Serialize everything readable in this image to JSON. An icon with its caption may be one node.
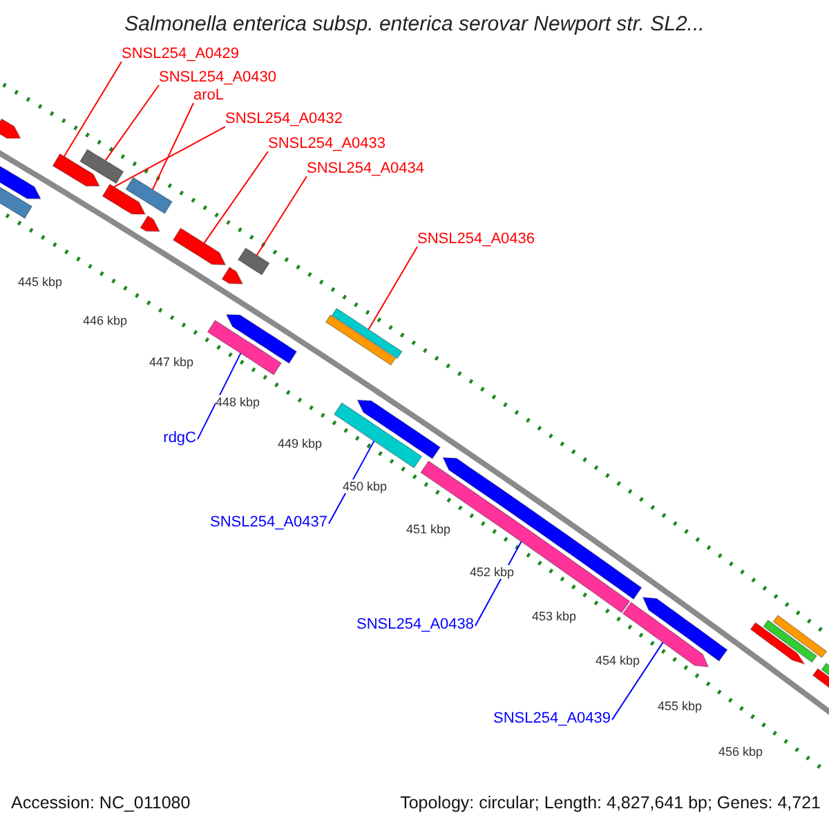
{
  "diagram": {
    "title": "Salmonella enterica subsp. enterica serovar Newport str. SL2...",
    "nodes": [
      {
        "text": [
          "SNSL254_A0429"
        ]
      },
      {
        "text": [
          "SNSL254_A0430"
        ]
      },
      {
        "text": [
          "aroL"
        ]
      },
      {
        "text": [
          "SNSL254_A0432"
        ]
      },
      {
        "text": [
          "SNSL254_A0433"
        ]
      },
      {
        "text": [
          "SNSL254_A0434"
        ]
      },
      {
        "text": [
          "SNSL254_A0436"
        ]
      },
      {
        "text": [
          "rdgC"
        ]
      },
      {
        "text": [
          "SNSL254_A0437"
        ]
      },
      {
        "text": [
          "SNSL254_A0438"
        ]
      },
      {
        "text": [
          "SNSL254_A0439"
        ]
      },
      {
        "text": [],
        "shape": "bar"
      },
      {
        "text": [],
        "shape": "bar"
      },
      {
        "text": [],
        "shape": "bar"
      },
      {
        "text": [],
        "shape": "bar"
      },
      {
        "text": [],
        "shape": "bar"
      },
      {
        "text": [],
        "shape": "bar"
      },
      {
        "text": [],
        "shape": "bar"
      },
      {
        "text": [],
        "shape": "bar"
      },
      {
        "text": [],
        "shape": "bar"
      },
      {
        "text": [],
        "shape": "bar"
      },
      {
        "text": [],
        "shape": "bar"
      },
      {
        "text": [],
        "shape": "bar"
      },
      {
        "text": [],
        "shape": "bar"
      },
      {
        "text": [],
        "shape": "bar"
      },
      {
        "text": [],
        "shape": "bar"
      },
      {
        "text": [],
        "shape": "bar"
      },
      {
        "text": [],
        "shape": "bar"
      },
      {
        "text": [],
        "shape": "bar"
      },
      {
        "text": [],
        "shape": "bar"
      },
      {
        "text": [],
        "shape": "bar"
      },
      {
        "text": [],
        "shape": "bar"
      },
      {
        "text": [],
        "shape": "bar"
      },
      {
        "text": [],
        "shape": "bar"
      },
      {
        "text": [],
        "shape": "bar"
      },
      {
        "text": [],
        "shape": "bar"
      },
      {
        "text": [],
        "shape": "bar"
      }
    ],
    "edges": [
      {
        "from": 0,
        "to": 11,
        "arrow": "none"
      },
      {
        "from": 1,
        "to": 12,
        "arrow": "none"
      },
      {
        "from": 2,
        "to": 13,
        "arrow": "none"
      },
      {
        "from": 3,
        "to": 14,
        "arrow": "none"
      },
      {
        "from": 4,
        "to": 15,
        "arrow": "none"
      },
      {
        "from": 5,
        "to": 16,
        "arrow": "none"
      },
      {
        "from": 6,
        "to": 17,
        "arrow": "none"
      },
      {
        "from": 7,
        "to": 18,
        "arrow": "none",
        "color": "#0000ff"
      },
      {
        "from": 8,
        "to": 19,
        "arrow": "none",
        "color": "#0000ff"
      },
      {
        "from": 9,
        "to": 20,
        "arrow": "none",
        "color": "#0000ff"
      },
      {
        "from": 10,
        "to": 21,
        "arrow": "none",
        "color": "#0000ff"
      }
    ],
    "labels": [
      "445 kbp",
      "446 kbp",
      "447 kbp",
      "448 kbp",
      "449 kbp",
      "450 kbp",
      "451 kbp",
      "452 kbp",
      "453 kbp",
      "454 kbp",
      "455 kbp",
      "456 kbp",
      "Accession: NC_011080",
      "Topology: circular; Length: 4,827,641 bp; Genes: 4,721"
    ]
  }
}
